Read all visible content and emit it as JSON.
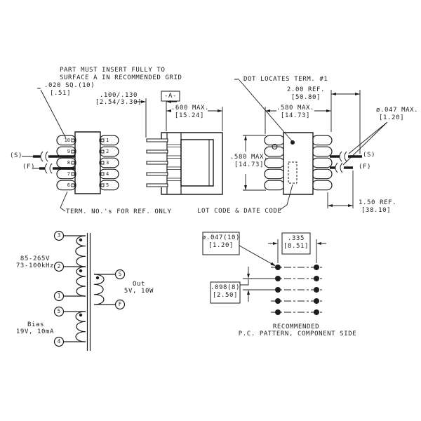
{
  "colors": {
    "line": "#1c1c1c",
    "background": "#ffffff"
  },
  "notes": {
    "insert1": "PART MUST INSERT FULLY TO",
    "insert2": "SURFACE A IN RECOMMENDED GRID",
    "dot_locates": "DOT LOCATES TERM. #1",
    "term_ref": "TERM. NO.'s FOR REF. ONLY",
    "lot_code": "LOT CODE & DATE CODE",
    "datum": "-A-"
  },
  "dims": {
    "sq020": {
      "v": ".020 SQ.(10)",
      "mm": "[.51]"
    },
    "d100": {
      "v": ".100/.130",
      "mm": "[2.54/3.30]"
    },
    "d600": {
      "v": ".600 MAX.",
      "mm": "[15.24]"
    },
    "d200": {
      "v": "2.00 REF.",
      "mm": "[50.80]"
    },
    "d580top": {
      "v": ".580 MAX.",
      "mm": "[14.73]"
    },
    "d580side": {
      "v": ".580 MAX.",
      "mm": "[14.73]"
    },
    "d047max": {
      "v": "ø.047 MAX.",
      "mm": "[1.20]"
    },
    "d150": {
      "v": "1.50 REF.",
      "mm": "[38.10]"
    }
  },
  "top_view": {
    "left_terms": [
      "10",
      "9",
      "8",
      "7",
      "6"
    ],
    "right_terms": [
      "1",
      "2",
      "3",
      "4",
      "5"
    ],
    "s_label": "(S)",
    "f_label": "(F)"
  },
  "front_view": {
    "s_label": "(S)",
    "f_label": "(F)"
  },
  "schematic": {
    "t3": "3",
    "t2": "2",
    "t1": "1",
    "t5": "5",
    "t4": "4",
    "ts": "S",
    "tf": "F",
    "primary_label1": "85-265V",
    "primary_label2": "73-100kHz",
    "bias_label1": "Bias",
    "bias_label2": "19V, 10mA",
    "out_label1": "Out",
    "out_label2": "5V, 10W"
  },
  "pc_pattern": {
    "hole": {
      "v": "ø.047(10)",
      "mm": "[1.20]"
    },
    "pitch_x": {
      "v": ".335",
      "mm": "[8.51]"
    },
    "pitch_y": {
      "v": ".098(8)",
      "mm": "[2.50]"
    },
    "caption1": "RECOMMENDED",
    "caption2": "P.C. PATTERN, COMPONENT SIDE"
  }
}
